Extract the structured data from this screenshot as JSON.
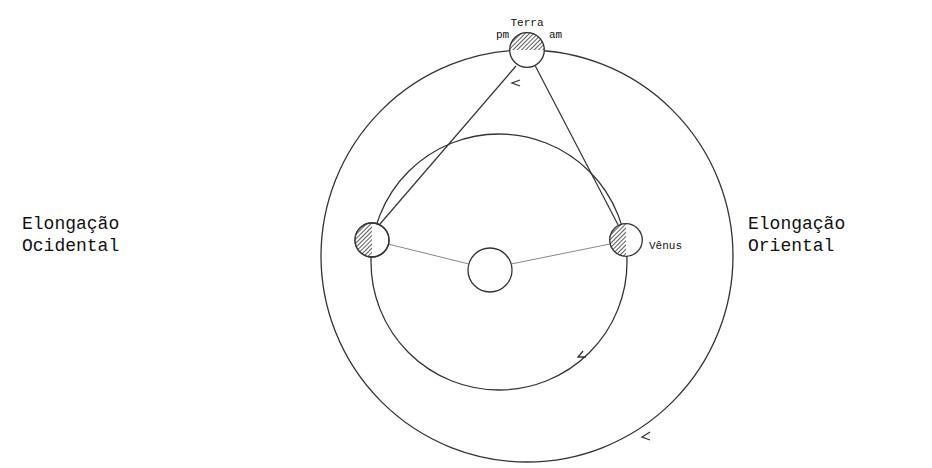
{
  "diagram": {
    "nodes": [
      {
        "text": [
          "Terra"
        ]
      },
      {
        "text": [
          "Vênus"
        ]
      }
    ],
    "edges": [
      {
        "from": 0,
        "to": 1,
        "arrow": "none"
      }
    ],
    "labels": [
      "pm",
      "am",
      "Elongação Ocidental",
      "Elongação Oriental"
    ]
  }
}
